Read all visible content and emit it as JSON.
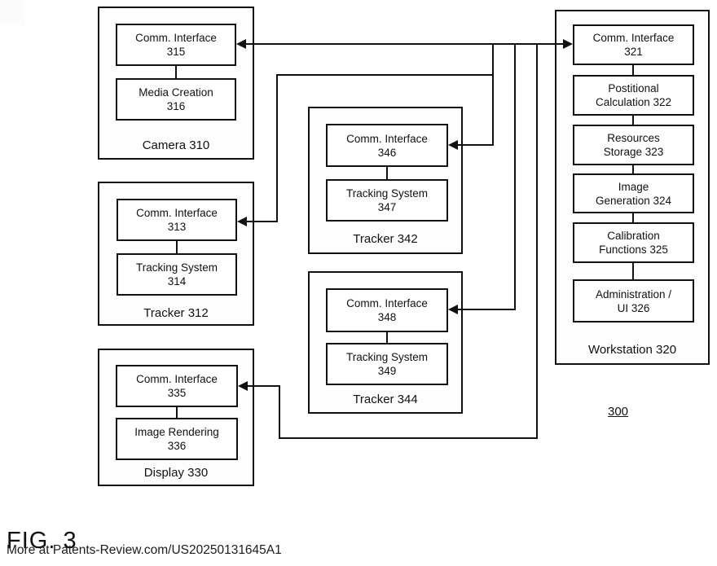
{
  "page": {
    "figure_label": "FIG. 3",
    "diagram_number": "300",
    "watermark": "More at Patents-Review.com/US20250131645A1"
  },
  "colors": {
    "line": "#111111",
    "background": "#ffffff",
    "box_fill": "#ffffff",
    "text": "#111111"
  },
  "nodes": {
    "camera": {
      "title": "Camera 310",
      "modules": [
        {
          "line1": "Comm. Interface",
          "line2": "315"
        },
        {
          "line1": "Media Creation",
          "line2": "316"
        }
      ]
    },
    "tracker312": {
      "title": "Tracker 312",
      "modules": [
        {
          "line1": "Comm. Interface",
          "line2": "313"
        },
        {
          "line1": "Tracking System",
          "line2": "314"
        }
      ]
    },
    "display330": {
      "title": "Display 330",
      "modules": [
        {
          "line1": "Comm. Interface",
          "line2": "335"
        },
        {
          "line1": "Image Rendering",
          "line2": "336"
        }
      ]
    },
    "tracker342": {
      "title": "Tracker 342",
      "modules": [
        {
          "line1": "Comm. Interface",
          "line2": "346"
        },
        {
          "line1": "Tracking System",
          "line2": "347"
        }
      ]
    },
    "tracker344": {
      "title": "Tracker 344",
      "modules": [
        {
          "line1": "Comm. Interface",
          "line2": "348"
        },
        {
          "line1": "Tracking System",
          "line2": "349"
        }
      ]
    },
    "workstation": {
      "title": "Workstation 320",
      "modules": [
        {
          "line1": "Comm. Interface",
          "line2": "321"
        },
        {
          "line1": "Postitional",
          "line2": "Calculation 322"
        },
        {
          "line1": "Resources",
          "line2": "Storage 323"
        },
        {
          "line1": "Image",
          "line2": "Generation 324"
        },
        {
          "line1": "Calibration",
          "line2": "Functions 325"
        },
        {
          "line1": "Administration /",
          "line2": "UI 326"
        }
      ]
    }
  }
}
